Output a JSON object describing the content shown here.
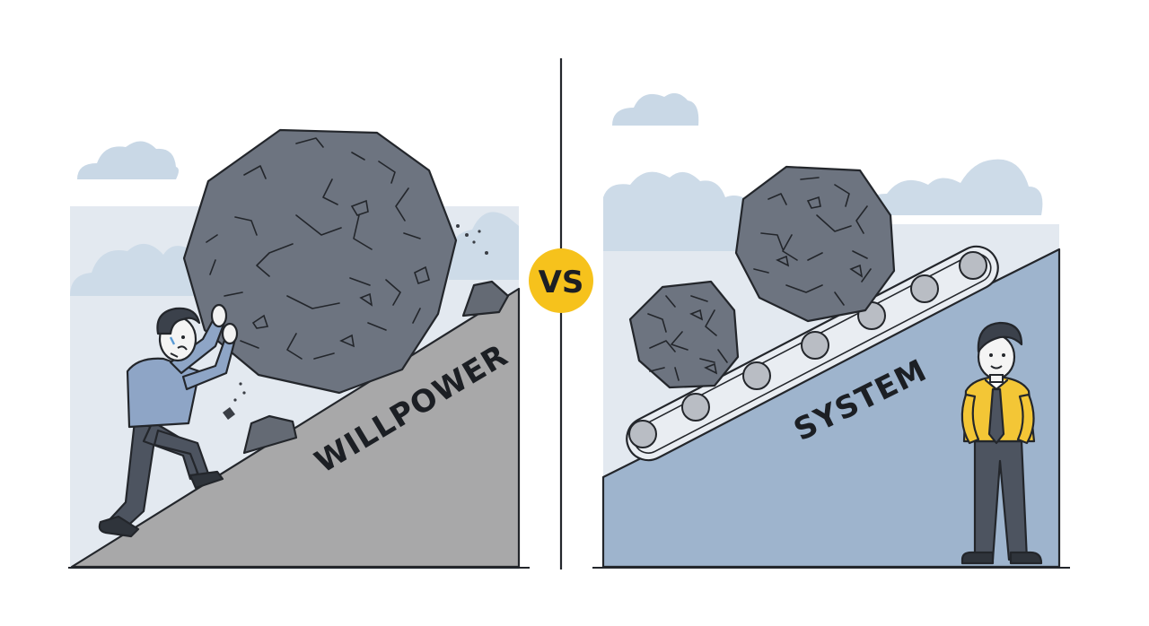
{
  "left_panel": {
    "label": "WILLPOWER"
  },
  "divider": {
    "badge": "VS"
  },
  "right_panel": {
    "label": "SYSTEM"
  },
  "colors": {
    "sky": "#dfe6ee",
    "cloud": "#c7d6e4",
    "gray_slope": "#a9a9aa",
    "blue_slope": "#9db3cc",
    "boulder": "#6f7580",
    "badge": "#f6c21c",
    "shirt_yellow": "#f3c636",
    "shirt_blue": "#8fa6c6",
    "pants": "#4e5561"
  }
}
